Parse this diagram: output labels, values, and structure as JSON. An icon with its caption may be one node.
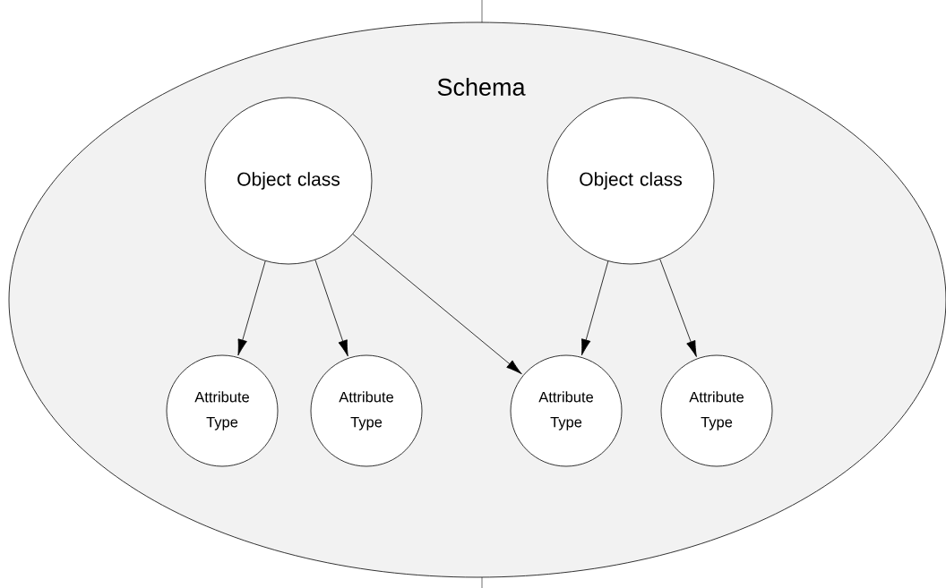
{
  "diagram": {
    "nodes": [
      {
        "text": [
          "Schema"
        ]
      },
      {
        "text": [
          "Object class"
        ],
        "in": 0
      },
      {
        "text": [
          "Object class"
        ],
        "in": 0
      },
      {
        "text": [
          "Attribute Type"
        ],
        "in": 0
      },
      {
        "text": [
          "Attribute Type"
        ],
        "in": 0
      },
      {
        "text": [
          "Attribute Type"
        ],
        "in": 0
      },
      {
        "text": [
          "Attribute Type"
        ],
        "in": 0
      }
    ],
    "edges": [
      {
        "from": 1,
        "to": 3,
        "arrow": "to"
      },
      {
        "from": 1,
        "to": 4,
        "arrow": "to"
      },
      {
        "from": 1,
        "to": 5,
        "arrow": "to"
      },
      {
        "from": 2,
        "to": 5,
        "arrow": "to"
      },
      {
        "from": 2,
        "to": 6,
        "arrow": "to"
      }
    ]
  }
}
